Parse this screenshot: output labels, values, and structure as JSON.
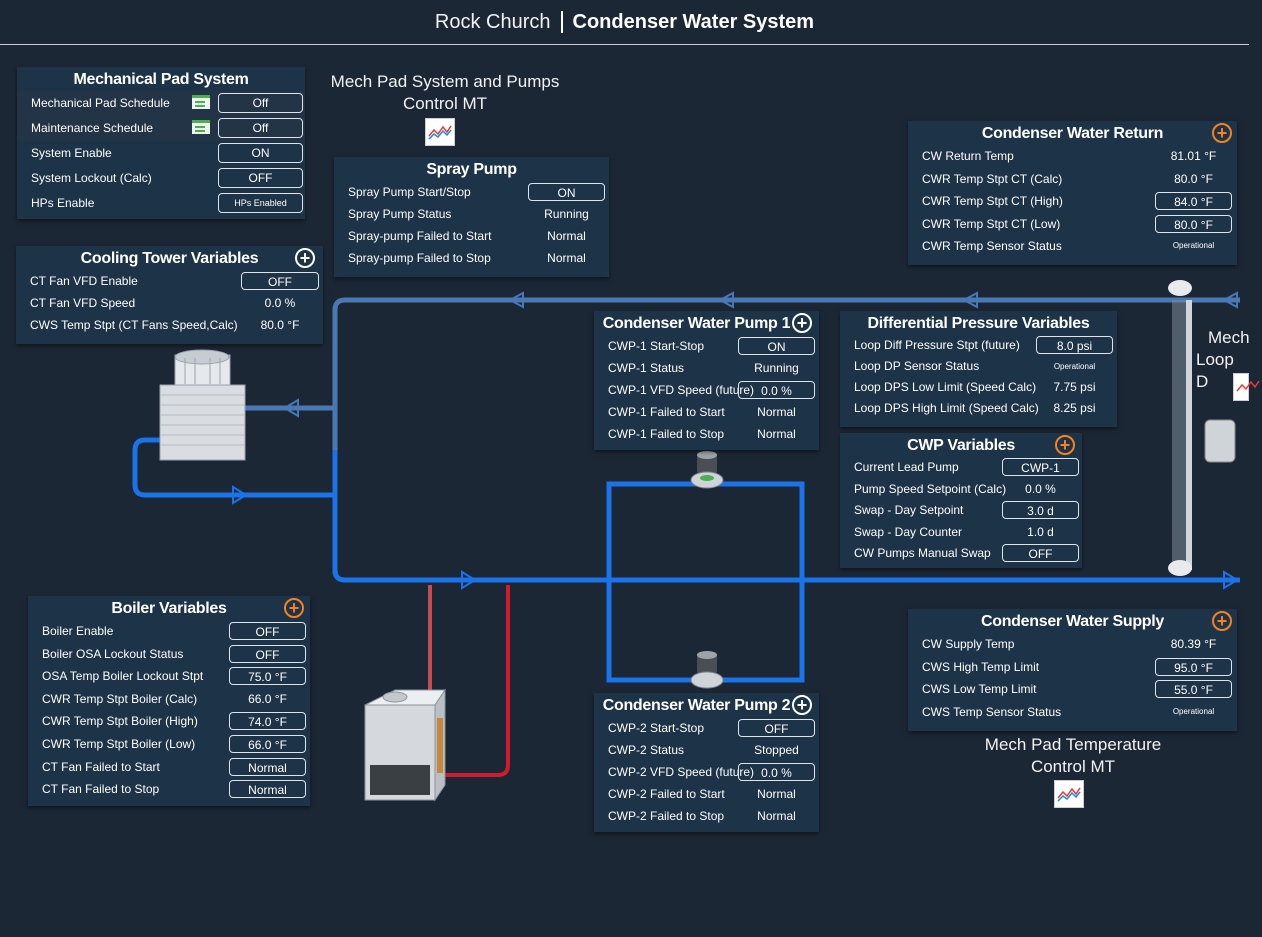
{
  "header": {
    "site": "Rock Church",
    "title": "Condenser Water System"
  },
  "mech_pad": {
    "title": "Mechanical Pad System",
    "rows": [
      {
        "label": "Mechanical Pad Schedule",
        "value": "Off"
      },
      {
        "label": "Maintenance Schedule",
        "value": "Off"
      },
      {
        "label": "System Enable",
        "value": "ON"
      },
      {
        "label": "System Lockout (Calc)",
        "value": "OFF"
      },
      {
        "label": "HPs Enable",
        "value": "HPs Enabled"
      }
    ]
  },
  "captions": {
    "mech_pad_control": [
      "Mech Pad System and Pumps",
      "Control MT"
    ],
    "mech_loop": [
      "Mech",
      "Loop D"
    ],
    "mech_temp_control": [
      "Mech Pad Temperature",
      "Control MT"
    ]
  },
  "spray_pump": {
    "title": "Spray Pump",
    "rows": [
      {
        "label": "Spray Pump Start/Stop",
        "value": "ON"
      },
      {
        "label": "Spray Pump Status",
        "value": "Running"
      },
      {
        "label": "Spray-pump Failed to Start",
        "value": "Normal"
      },
      {
        "label": "Spray-pump Failed to Stop",
        "value": "Normal"
      }
    ]
  },
  "cw_return": {
    "title": "Condenser Water Return",
    "rows": [
      {
        "label": "CW Return Temp",
        "value": "81.01 °F"
      },
      {
        "label": "CWR Temp Stpt CT (Calc)",
        "value": "80.0 °F"
      },
      {
        "label": "CWR Temp Stpt CT (High)",
        "value": "84.0 °F"
      },
      {
        "label": "CWR Temp Stpt CT (Low)",
        "value": "80.0 °F"
      },
      {
        "label": "CWR Temp Sensor Status",
        "value": "Operational"
      }
    ]
  },
  "cooling_tower": {
    "title": "Cooling Tower Variables",
    "rows": [
      {
        "label": "CT Fan VFD Enable",
        "value": "OFF"
      },
      {
        "label": "CT Fan VFD Speed",
        "value": "0.0 %"
      },
      {
        "label": "CWS Temp Stpt (CT Fans Speed,Calc)",
        "value": "80.0 °F"
      }
    ]
  },
  "cwp1": {
    "title": "Condenser Water Pump 1",
    "rows": [
      {
        "label": "CWP-1 Start-Stop",
        "value": "ON"
      },
      {
        "label": "CWP-1 Status",
        "value": "Running"
      },
      {
        "label": "CWP-1 VFD Speed (future)",
        "value": "0.0 %"
      },
      {
        "label": "CWP-1 Failed to Start",
        "value": "Normal"
      },
      {
        "label": "CWP-1 Failed to Stop",
        "value": "Normal"
      }
    ]
  },
  "diff_pressure": {
    "title": "Differential Pressure Variables",
    "rows": [
      {
        "label": "Loop Diff Pressure Stpt (future)",
        "value": "8.0 psi"
      },
      {
        "label": "Loop DP Sensor Status",
        "value": "Operational"
      },
      {
        "label": "Loop DPS Low Limit (Speed Calc)",
        "value": "7.75 psi"
      },
      {
        "label": "Loop DPS High Limit (Speed Calc)",
        "value": "8.25 psi"
      }
    ]
  },
  "cwp_vars": {
    "title": "CWP Variables",
    "rows": [
      {
        "label": "Current Lead Pump",
        "value": "CWP-1"
      },
      {
        "label": "Pump Speed Setpoint (Calc)",
        "value": "0.0 %"
      },
      {
        "label": "Swap - Day Setpoint",
        "value": "3.0 d"
      },
      {
        "label": "Swap - Day Counter",
        "value": "1.0 d"
      },
      {
        "label": "CW Pumps Manual Swap",
        "value": "OFF"
      }
    ]
  },
  "boiler": {
    "title": "Boiler Variables",
    "rows": [
      {
        "label": "Boiler Enable",
        "value": "OFF"
      },
      {
        "label": "Boiler OSA Lockout Status",
        "value": "OFF"
      },
      {
        "label": "OSA Temp Boiler Lockout Stpt",
        "value": "75.0 °F"
      },
      {
        "label": "CWR Temp Stpt Boiler (Calc)",
        "value": "66.0 °F"
      },
      {
        "label": "CWR Temp Stpt Boiler (High)",
        "value": "74.0 °F"
      },
      {
        "label": "CWR Temp Stpt Boiler (Low)",
        "value": "66.0 °F"
      },
      {
        "label": "CT Fan Failed to Start",
        "value": "Normal"
      },
      {
        "label": "CT Fan Failed to Stop",
        "value": "Normal"
      }
    ]
  },
  "cwp2": {
    "title": "Condenser Water Pump 2",
    "rows": [
      {
        "label": "CWP-2 Start-Stop",
        "value": "OFF"
      },
      {
        "label": "CWP-2 Status",
        "value": "Stopped"
      },
      {
        "label": "CWP-2 VFD Speed (future)",
        "value": "0.0 %"
      },
      {
        "label": "CWP-2 Failed to Start",
        "value": "Normal"
      },
      {
        "label": "CWP-2 Failed to Stop",
        "value": "Normal"
      }
    ]
  },
  "cw_supply": {
    "title": "Condenser Water Supply",
    "rows": [
      {
        "label": "CW Supply Temp",
        "value": "80.39 °F"
      },
      {
        "label": "CWS High Temp Limit",
        "value": "95.0 °F"
      },
      {
        "label": "CWS Low Temp Limit",
        "value": "55.0 °F"
      },
      {
        "label": "CWS Temp Sensor Status",
        "value": "Operational"
      }
    ]
  },
  "colors": {
    "background": "#1c2735",
    "panel": "#1d3348",
    "supply_pipe": "#1a73e8",
    "return_pipe": "#4a78b5",
    "hot_pipe": "#d11a2a",
    "accent": "#f58220"
  },
  "icons": [
    "trend-chart-icon",
    "schedule-icon",
    "add-circle-icon",
    "flow-arrow-icon"
  ]
}
